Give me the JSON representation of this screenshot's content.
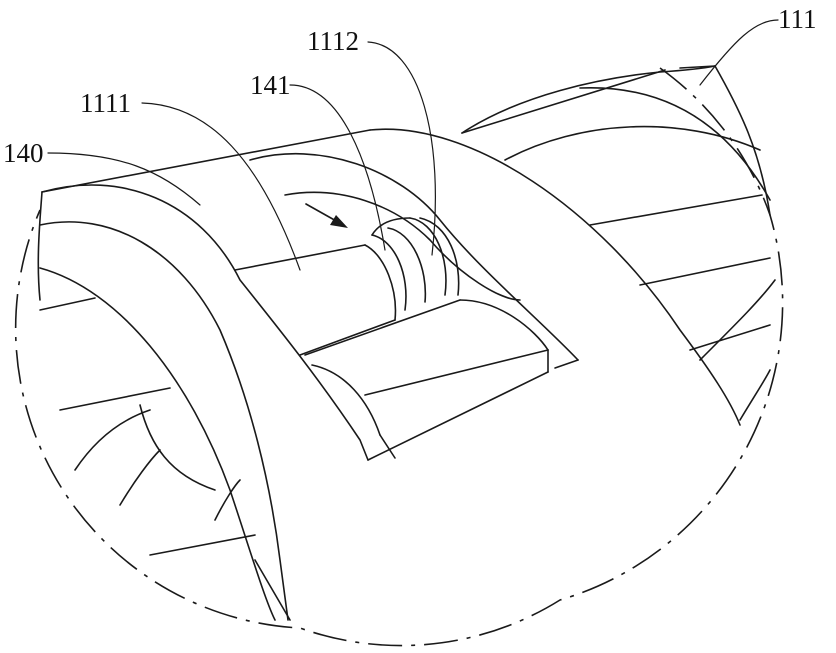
{
  "figure": {
    "labels": {
      "l111": "111",
      "l1112": "1112",
      "l141": "141",
      "l1111": "1111",
      "l140": "140"
    }
  }
}
